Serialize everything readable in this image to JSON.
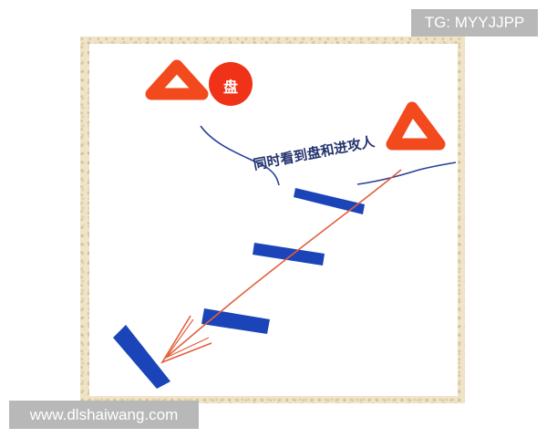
{
  "watermarks": {
    "top_right": "TG: MYYJJPP",
    "bottom_left": "www.dlshaiwang.com"
  },
  "diagram": {
    "disk_label": "盘",
    "annotation": "同时看到盘和进攻人",
    "colors": {
      "triangle": "#f24a1c",
      "disk": "#f03218",
      "bars": "#1a44b8",
      "arrow": "#e2603e",
      "sightline": "#2a3f9a"
    }
  }
}
